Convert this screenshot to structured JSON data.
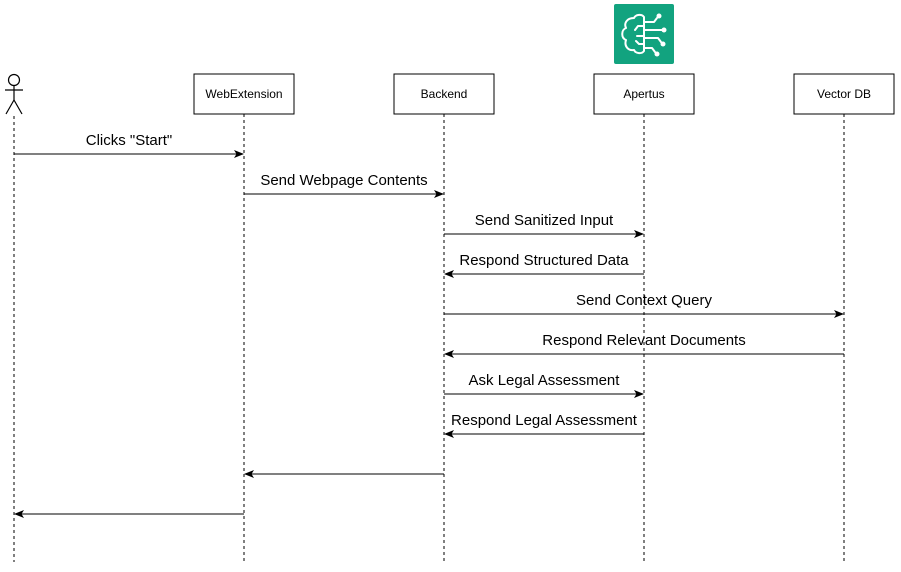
{
  "participants": [
    {
      "id": "actor",
      "label": "",
      "kind": "actor"
    },
    {
      "id": "webext",
      "label": "WebExtension",
      "kind": "box"
    },
    {
      "id": "backend",
      "label": "Backend",
      "kind": "box"
    },
    {
      "id": "apertus",
      "label": "Apertus",
      "kind": "box"
    },
    {
      "id": "vectordb",
      "label": "Vector DB",
      "kind": "box"
    }
  ],
  "logo": {
    "icon": "brain-circuit-icon",
    "color": "#12a37f"
  },
  "messages": [
    {
      "from": "actor",
      "to": "webext",
      "label": "Clicks \"Start\""
    },
    {
      "from": "webext",
      "to": "backend",
      "label": "Send Webpage Contents"
    },
    {
      "from": "backend",
      "to": "apertus",
      "label": "Send Sanitized Input"
    },
    {
      "from": "apertus",
      "to": "backend",
      "label": "Respond Structured Data"
    },
    {
      "from": "backend",
      "to": "vectordb",
      "label": "Send Context Query"
    },
    {
      "from": "vectordb",
      "to": "backend",
      "label": "Respond Relevant Documents"
    },
    {
      "from": "backend",
      "to": "apertus",
      "label": "Ask Legal Assessment"
    },
    {
      "from": "apertus",
      "to": "backend",
      "label": "Respond Legal Assessment"
    },
    {
      "from": "backend",
      "to": "webext",
      "label": ""
    },
    {
      "from": "webext",
      "to": "actor",
      "label": ""
    }
  ]
}
